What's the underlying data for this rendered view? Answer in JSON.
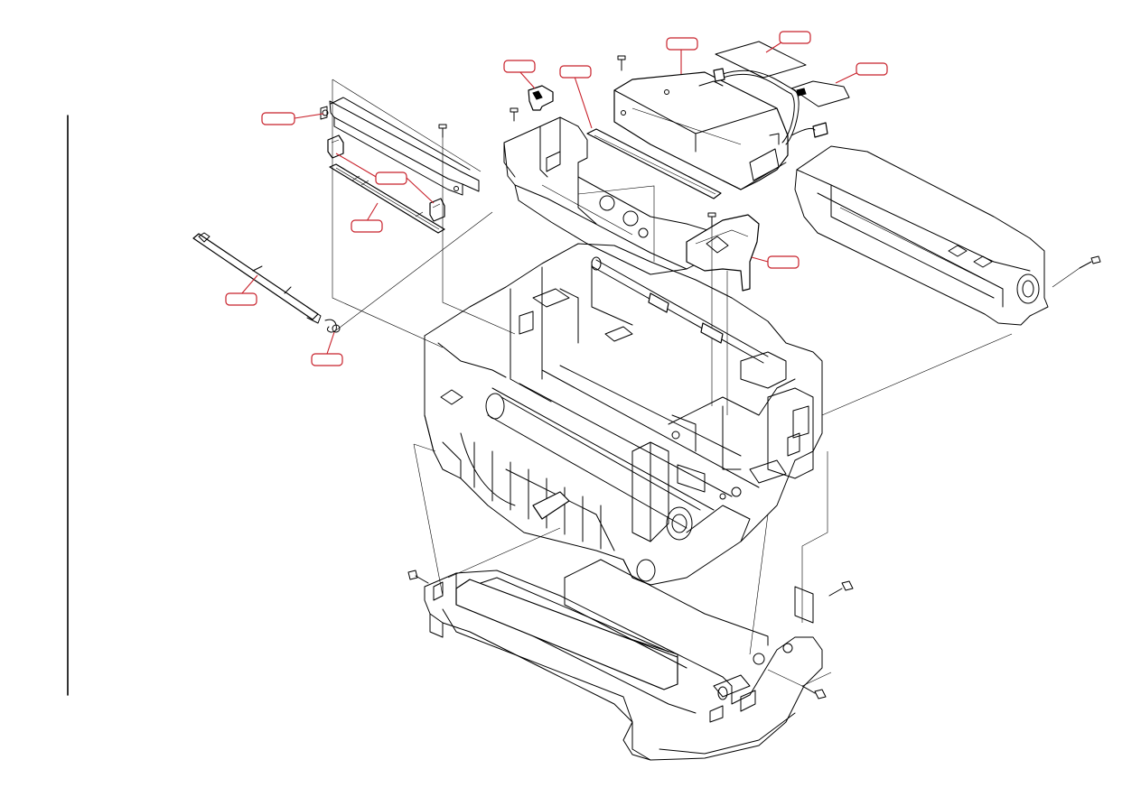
{
  "diagram": {
    "kind": "exploded-parts-view",
    "colors": {
      "line": "#000000",
      "callout_outline": "#c8202a",
      "background": "#ffffff"
    },
    "callouts": [
      {
        "id": "c1",
        "label": ""
      },
      {
        "id": "c2",
        "label": ""
      },
      {
        "id": "c3",
        "label": ""
      },
      {
        "id": "c4",
        "label": ""
      },
      {
        "id": "c5",
        "label": ""
      },
      {
        "id": "c6",
        "label": ""
      },
      {
        "id": "c7",
        "label": ""
      },
      {
        "id": "c8",
        "label": ""
      },
      {
        "id": "c9",
        "label": ""
      },
      {
        "id": "c10",
        "label": ""
      },
      {
        "id": "c11",
        "label": ""
      },
      {
        "id": "c12",
        "label": ""
      }
    ]
  }
}
